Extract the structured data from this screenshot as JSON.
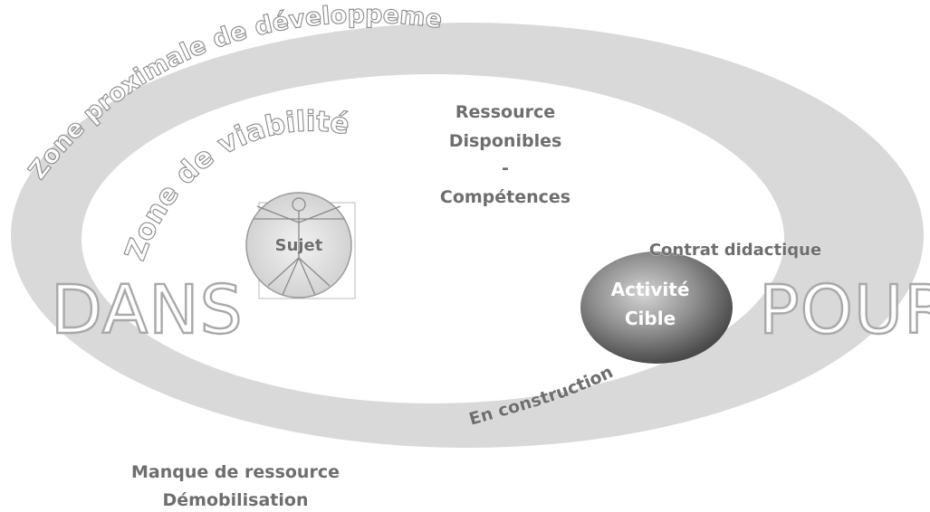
{
  "zones": {
    "outer_label": "Zone proximale de développement",
    "inner_label": "Zone de viabilité"
  },
  "resources": {
    "line1": "Ressource",
    "line2": "Disponibles",
    "line3": "-",
    "line4": "Compétences"
  },
  "subject": {
    "label": "Sujet",
    "figure": "vitruvian-man-icon"
  },
  "target": {
    "line1": "Activité",
    "line2": "Cible"
  },
  "contract": "Contrat didactique",
  "construction": "En construction",
  "dans": "DANS",
  "pour": "POUR",
  "lack": {
    "line1": "Manque de ressource",
    "line2": "Démobilisation"
  },
  "colors": {
    "outer_ring": "#d9d9d9",
    "inner": "#ffffff",
    "text": "#6e6e6e",
    "target_dark": "#545454"
  }
}
